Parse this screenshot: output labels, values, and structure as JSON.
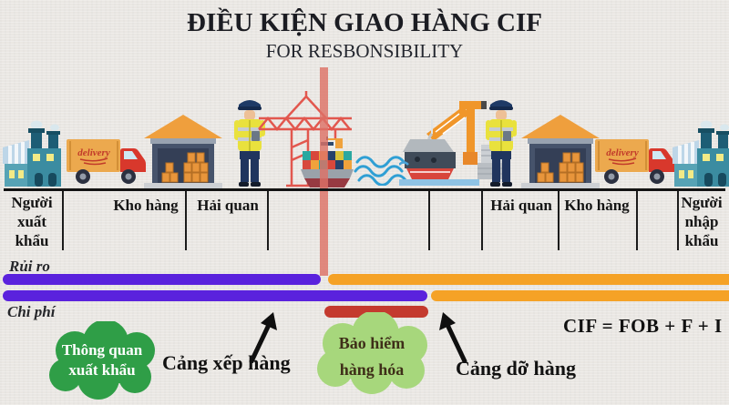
{
  "header": {
    "title": "ĐIỀU KIỆN GIAO HÀNG CIF",
    "subtitle": "FOR RESBONSIBILITY"
  },
  "timeline": {
    "exporter": "Người\nxuất\nkhẩu",
    "warehouse_left": "Kho hàng",
    "customs_left": "Hải quan",
    "customs_right": "Hải quan",
    "warehouse_right": "Kho hàng",
    "importer": "Người\nnhập\nkhẩu"
  },
  "bars": {
    "risk_label": "Rủi ro",
    "cost_label": "Chi phí",
    "seller_color": "#5a22dd",
    "buyer_color": "#f5a226",
    "insurance_color": "#c43a2e"
  },
  "annotations": {
    "export_clearance": "Thông quan\nxuất khẩu",
    "loading_port": "Cảng xếp hàng",
    "cargo_insurance": "Bảo hiểm\nhàng hóa",
    "discharge_port": "Cảng dỡ hàng",
    "formula": "CIF = FOB + F + I"
  },
  "illustrations": {
    "truck_label": "delivery"
  }
}
